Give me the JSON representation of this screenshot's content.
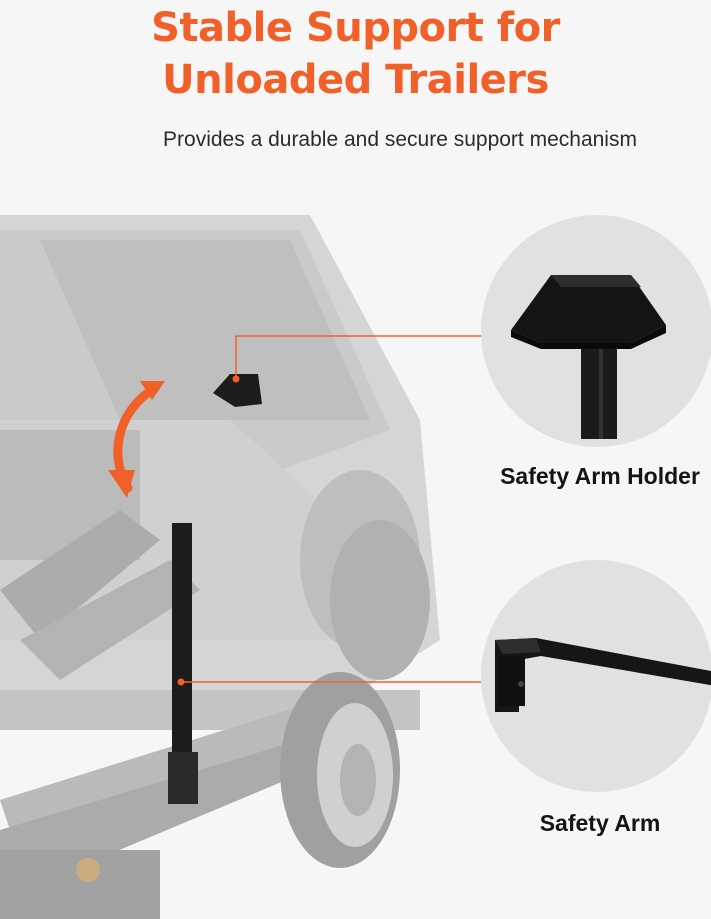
{
  "header": {
    "title_line1": "Stable Support for",
    "title_line2": "Unloaded Trailers",
    "subtitle": "Provides a durable and secure support mechanism"
  },
  "callouts": [
    {
      "label": "Safety Arm Holder"
    },
    {
      "label": "Safety Arm"
    }
  ],
  "colors": {
    "accent": "#f2602a",
    "background": "#f6f6f6",
    "trailer_gray": "#c9c9c9",
    "part_black": "#1a1a1a"
  }
}
